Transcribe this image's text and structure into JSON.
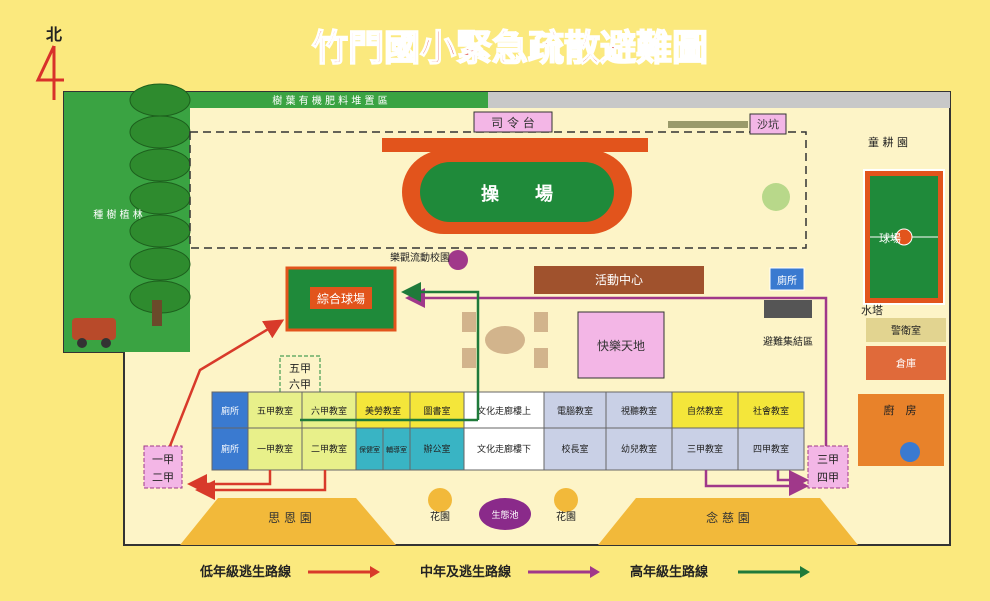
{
  "title": "竹門國小緊急疏散避難圖",
  "north": "北",
  "labels": {
    "compost": "樹 葉 有 機 肥 料 堆 置 區",
    "podium": "司 令 台",
    "sandpit": "沙坑",
    "field": "操　　場",
    "forest": "種 樹 植 林",
    "toy_garden": "童 耕 園",
    "mobile_library": "樂觀流動校園",
    "multi_court": "綜合球場",
    "activity_center": "活動中心",
    "basketball": "球場",
    "happy_land": "快樂天地",
    "toilet": "廁所",
    "water_tower": "水塔",
    "disaster_shelter": "避難集結區",
    "guard": "警衛室",
    "storage": "倉庫",
    "kitchen": "廚　房",
    "grade56": [
      "五甲",
      "六甲"
    ],
    "grade12": [
      "一甲",
      "二甲"
    ],
    "grade34": [
      "三甲",
      "四甲"
    ],
    "row_top": [
      "廁所",
      "五甲教室",
      "六甲教室",
      "美勞教室",
      "圖書室",
      "文化走廊樓上",
      "電腦教室",
      "視聽教室",
      "自然教室",
      "社會教室"
    ],
    "row_bottom": [
      "廁所",
      "一甲教室",
      "二甲教室",
      "保健室",
      "輔導室",
      "辦公室",
      "文化走廊樓下",
      "校長室",
      "幼兒教室",
      "三甲教室",
      "四甲教室"
    ],
    "garden_left": "思 恩 園",
    "garden_right": "念 慈 園",
    "flower": "花園",
    "pond": "生態池"
  },
  "legend": [
    {
      "label": "低年級逃生路線",
      "color": "#d83a2a"
    },
    {
      "label": "中年及逃生路線",
      "color": "#a0388a"
    },
    {
      "label": "高年級生路線",
      "color": "#1f7a3a"
    }
  ]
}
